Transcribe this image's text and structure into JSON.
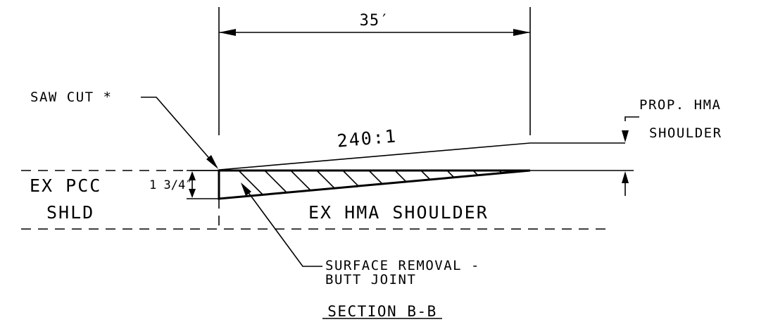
{
  "labels": {
    "dimension_width": "35′",
    "slope": "240:1",
    "saw_cut": "SAW CUT *",
    "prop_hma_line1": "PROP. HMA",
    "prop_hma_line2": "SHOULDER",
    "ex_pcc": "EX PCC",
    "shld": "SHLD",
    "thickness": "1 3/4″",
    "ex_hma_shoulder": "EX HMA SHOULDER",
    "surface_removal_line1": "SURFACE REMOVAL -",
    "surface_removal_line2": "BUTT JOINT",
    "section_title": "SECTION B-B"
  }
}
